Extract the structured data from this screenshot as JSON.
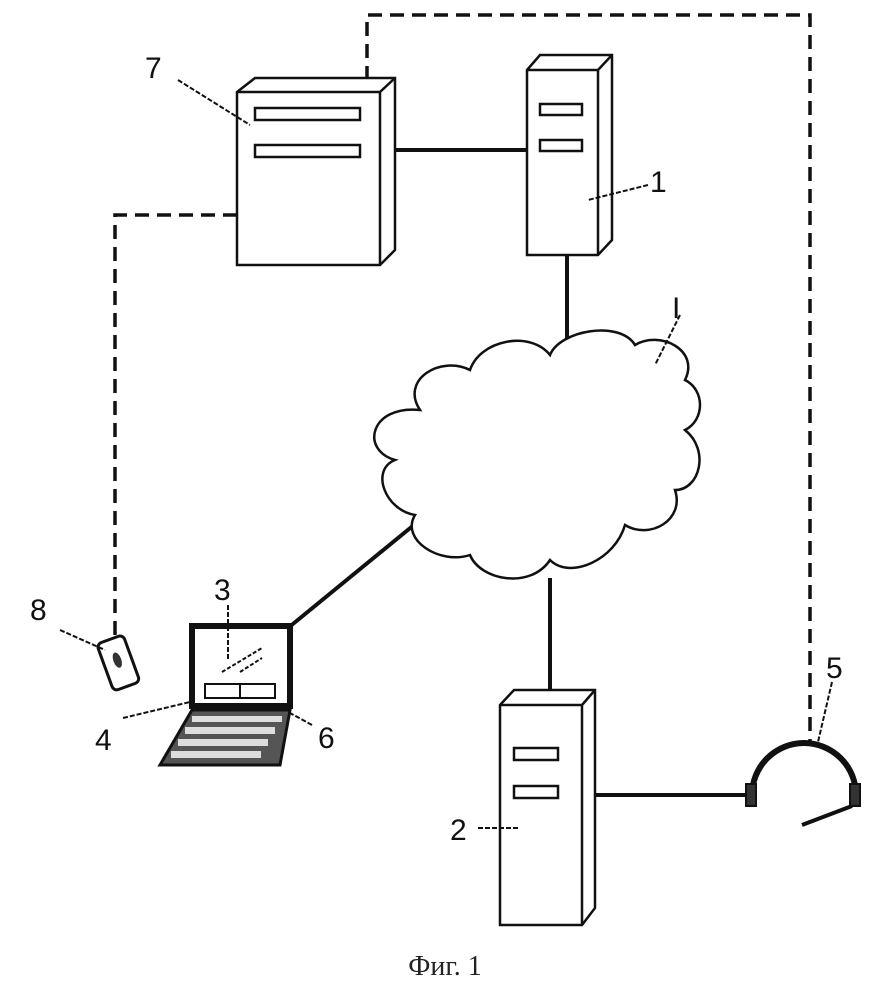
{
  "figure": {
    "caption": "Фиг. 1",
    "labels": {
      "server_7": "7",
      "server_1": "1",
      "network": "I",
      "laptop_3": "3",
      "phone_8": "8",
      "label_4": "4",
      "label_6": "6",
      "headset_5": "5",
      "server_2": "2"
    }
  }
}
